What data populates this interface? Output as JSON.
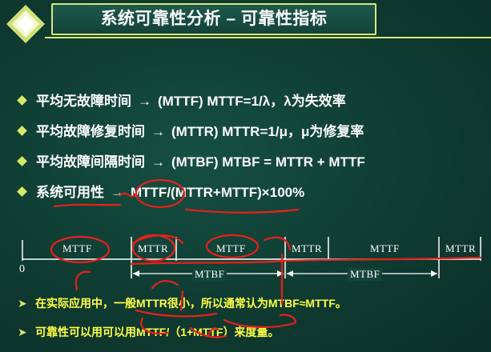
{
  "header": {
    "title": "系统可靠性分析 – 可靠性指标"
  },
  "bullets": [
    {
      "label": "平均无故障时间",
      "arrow": "→",
      "formula": "(MTTF) MTTF=1/λ，λ为失效率"
    },
    {
      "label": "平均故障修复时间",
      "arrow": "→",
      "formula": "(MTTR) MTTR=1/μ，μ为修复率"
    },
    {
      "label": "平均故障间隔时间",
      "arrow": "→",
      "formula": "(MTBF) MTBF = MTTR + MTTF"
    },
    {
      "label": "系统可用性",
      "arrow": "→",
      "formula": "MTTF/(MTTR+MTTF)×100%"
    }
  ],
  "timeline": {
    "origin": "0",
    "segments": [
      "MTTF",
      "MTTR",
      "MTTF",
      "MTTR",
      "MTTF",
      "MTTR"
    ],
    "spans": [
      "MTBF",
      "MTBF"
    ]
  },
  "notes": [
    {
      "arrow": "➤",
      "text": "在实际应用中，一般MTTR很小，所以通常认为MTBF≈MTTF。"
    },
    {
      "arrow": "➤",
      "text": "可靠性可以用可以用MTTF/（1+MTTF）来度量。"
    }
  ],
  "colors": {
    "background": "#0f3b31",
    "title_border": "#d9e87a",
    "bullet_marker": "#d7e86a",
    "note_text": "#ffff44",
    "annotation": "#e8201c"
  }
}
